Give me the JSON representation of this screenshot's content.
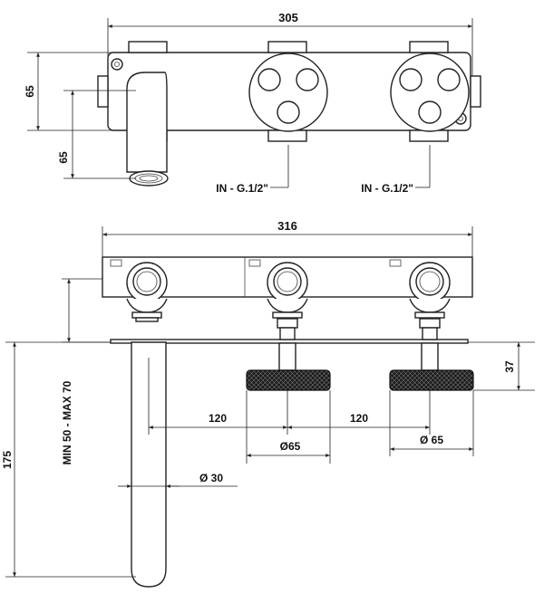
{
  "top_view": {
    "overall_width": "305",
    "body_height": "65",
    "spout_projection": "65",
    "inlet_left": "IN - G.1/2\"",
    "inlet_right": "IN - G.1/2\""
  },
  "front_view": {
    "overall_width": "316",
    "wall_range": "MIN 50 - MAX 70",
    "spout_length": "175",
    "handle_height": "37",
    "spacing_1": "120",
    "spacing_2": "120",
    "handle_diameter_1": "Ø65",
    "handle_diameter_2": "Ø 65",
    "spout_diameter": "Ø  30"
  },
  "colors": {
    "line": "#222222",
    "knurl": "#1a1a1a",
    "background": "#ffffff"
  }
}
